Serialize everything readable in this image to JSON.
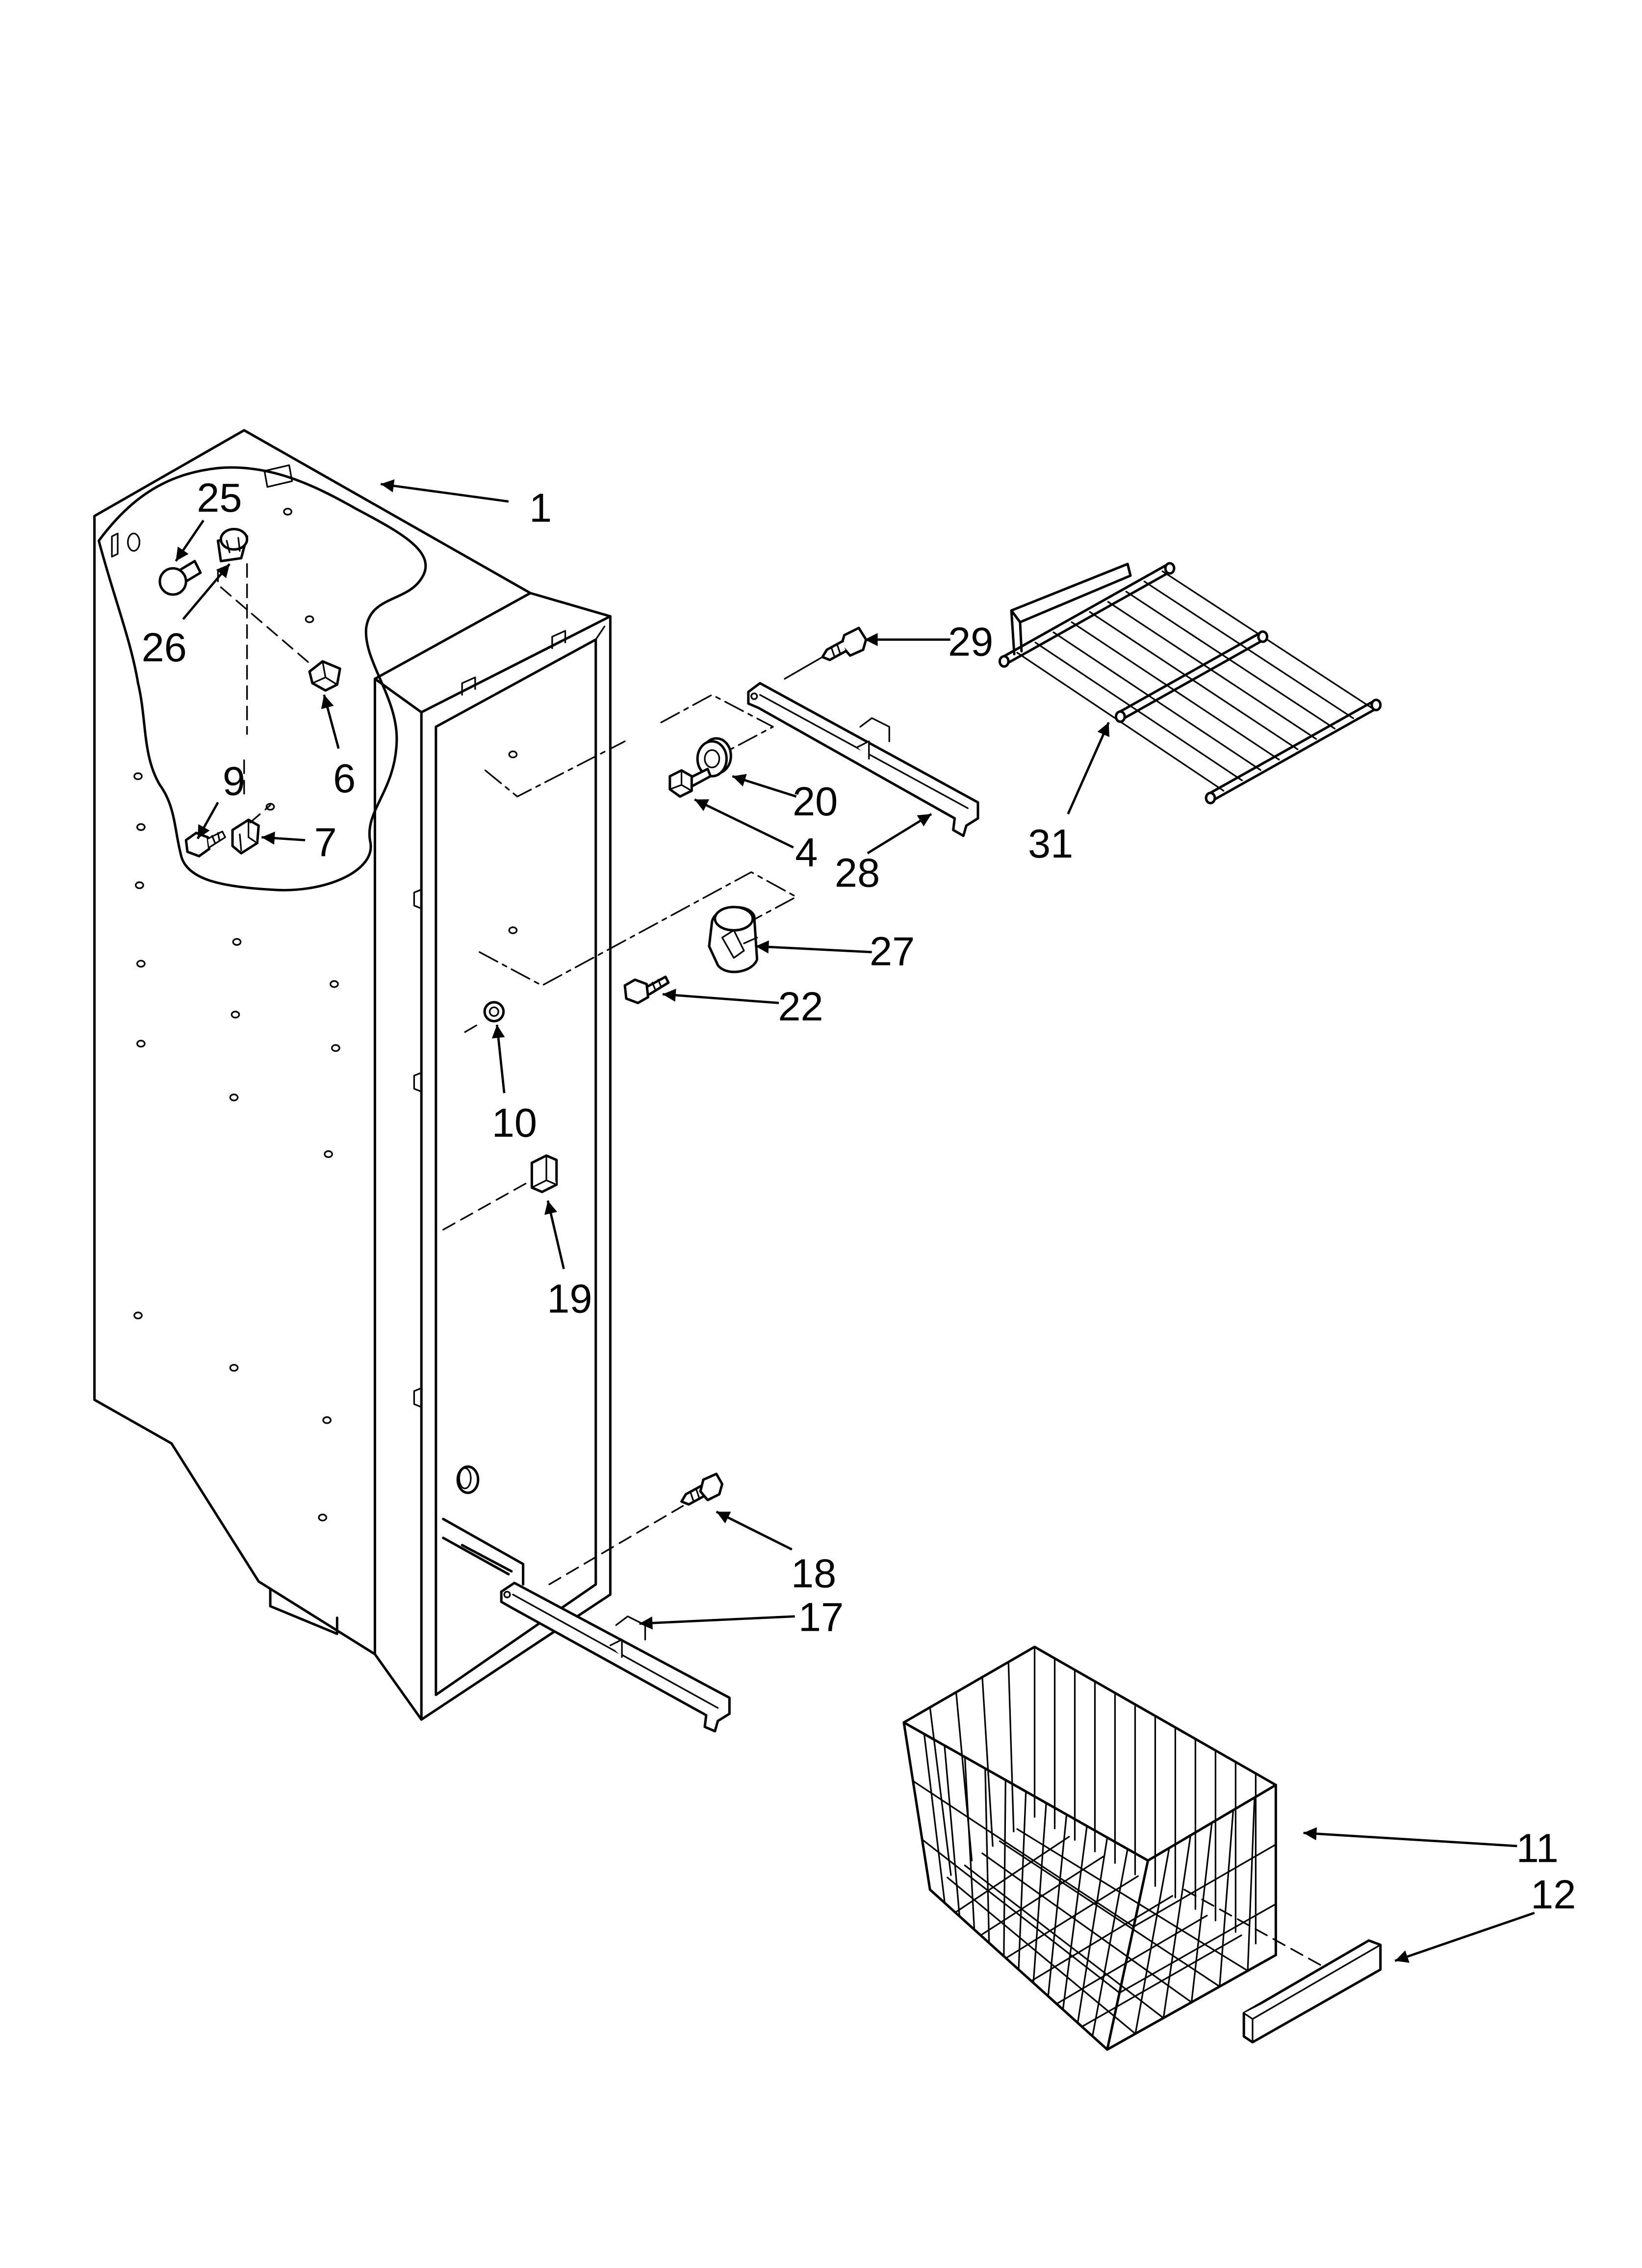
{
  "callouts": [
    "1",
    "25",
    "26",
    "6",
    "9",
    "7",
    "29",
    "31",
    "20",
    "4",
    "28",
    "27",
    "22",
    "10",
    "19",
    "18",
    "17",
    "11",
    "12"
  ],
  "colors": {
    "ink": "#000000",
    "background": "#ffffff"
  }
}
